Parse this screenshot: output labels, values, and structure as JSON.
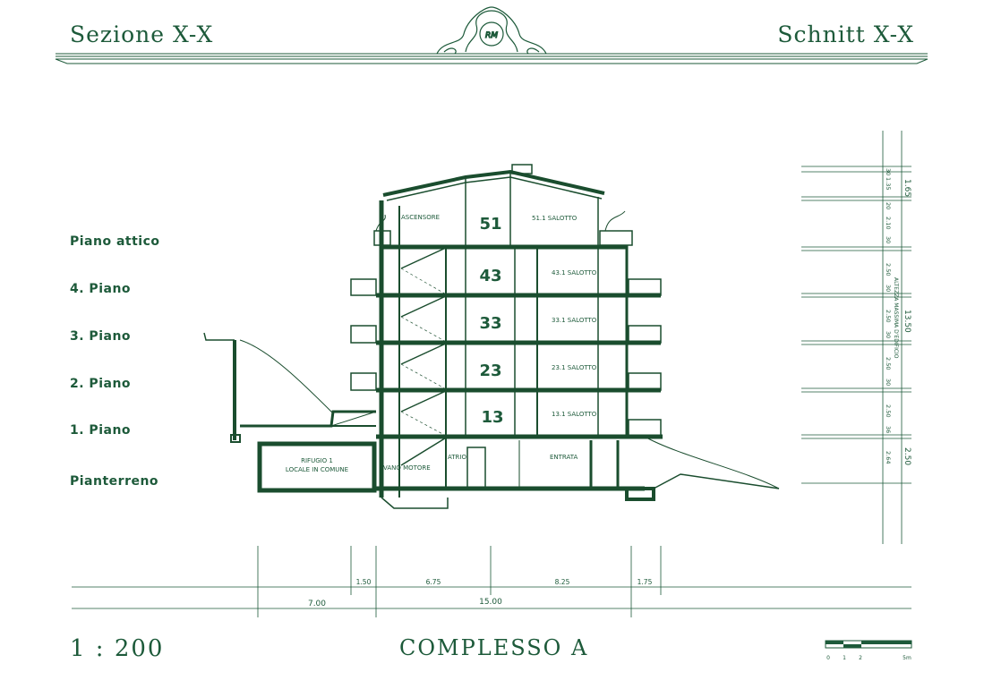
{
  "header": {
    "title_left": "Sezione X-X",
    "title_right": "Schnitt X-X",
    "monogram": "RM"
  },
  "floors": [
    {
      "label": "Piano attico"
    },
    {
      "label": "4. Piano"
    },
    {
      "label": "3. Piano"
    },
    {
      "label": "2. Piano"
    },
    {
      "label": "1. Piano"
    },
    {
      "label": "Pianterreno"
    }
  ],
  "section": {
    "unit_numbers": [
      "51",
      "43",
      "33",
      "23",
      "13"
    ],
    "rooms": {
      "ascensore": "ASCENSORE",
      "salotto_51": "51.1 SALOTTO",
      "salotto_43": "43.1 SALOTTO",
      "salotto_33": "33.1 SALOTTO",
      "salotto_23": "23.1 SALOTTO",
      "salotto_13": "13.1 SALOTTO",
      "rifugio_line1": "RIFUGIO 1",
      "rifugio_line2": "LOCALE IN COMUNE",
      "vano_motore": "VANO MOTORE",
      "atrio": "ATRIO",
      "entrata": "ENTRATA"
    }
  },
  "dimensions": {
    "horizontal_segments": [
      "1.50",
      "6.75",
      "8.25",
      "1.75"
    ],
    "horizontal_totals": [
      "7.00",
      "15.00"
    ],
    "vertical_small": [
      "30",
      "1.35",
      "20",
      "2.10",
      "30",
      "2.50",
      "30",
      "2.50",
      "30",
      "2.50",
      "30",
      "2.50",
      "36",
      "2.64"
    ],
    "vertical_big": [
      "1.65",
      "13.50",
      "2.50"
    ],
    "vertical_caption": "ALTEZZA MASSIMA D'EDIFICIO"
  },
  "footer": {
    "scale_ratio": "1 : 200",
    "complex_title": "COMPLESSO A",
    "scale_bar_labels": [
      "0",
      "1",
      "2",
      "5m"
    ]
  },
  "colors": {
    "ink": "#1d5a3a",
    "wall": "#1a4d2e"
  }
}
